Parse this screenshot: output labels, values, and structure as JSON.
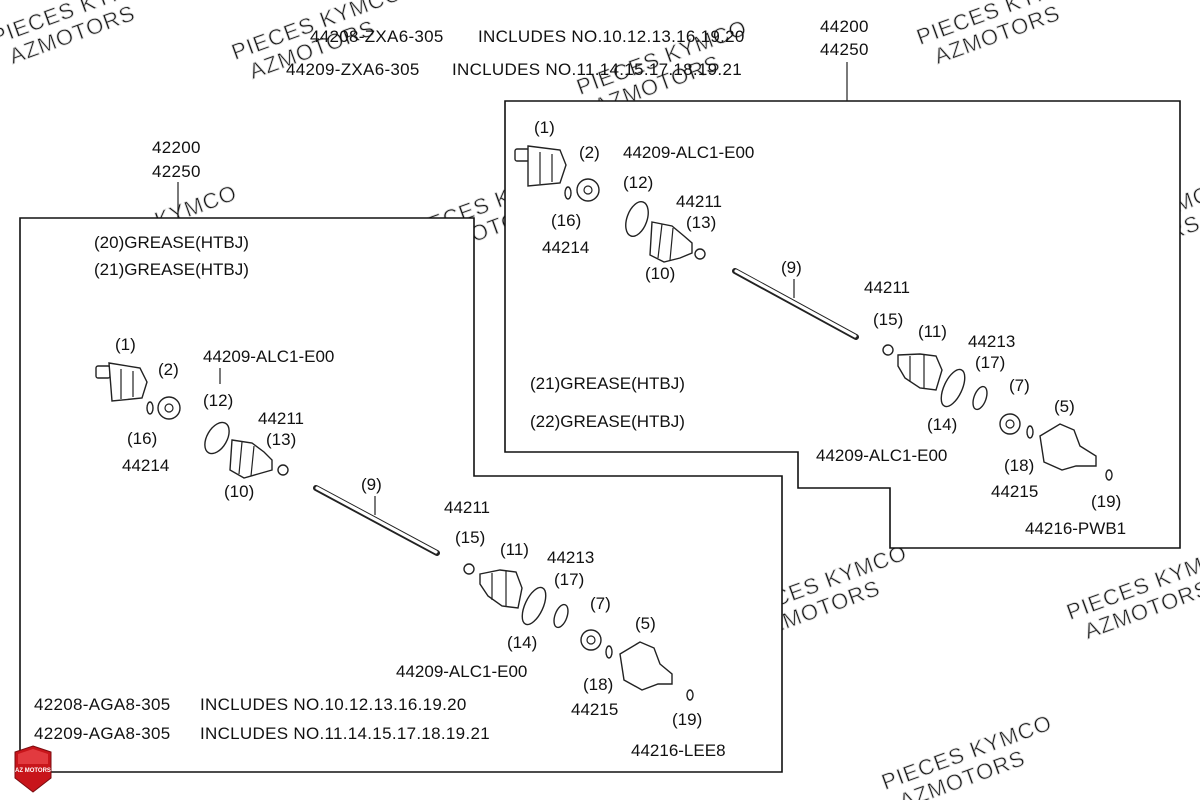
{
  "watermark": {
    "line1": "PIECES KYMCO",
    "line2": "AZMOTORS"
  },
  "logo_text": "AZ MOTORS",
  "top_assembly": {
    "codes": [
      "44200",
      "44250"
    ],
    "includes": [
      {
        "part": "44208-ZXA6-305",
        "text": "INCLUDES NO.10.12.13.16.19.20"
      },
      {
        "part": "44209-ZXA6-305",
        "text": "INCLUDES NO.11.14.15.17.18.19.21"
      }
    ],
    "greases": [
      "(21)GREASE(HTBJ)",
      "(22)GREASE(HTBJ)"
    ],
    "labels": {
      "n1": "(1)",
      "n2": "(2)",
      "n16": "(16)",
      "p44214": "44214",
      "kit_a": "44209-ALC1-E00",
      "n12": "(12)",
      "p44211_a": "44211",
      "n13": "(13)",
      "n10": "(10)",
      "n9": "(9)",
      "p44211_b": "44211",
      "n15": "(15)",
      "n11": "(11)",
      "p44213": "44213",
      "n17": "(17)",
      "n14": "(14)",
      "kit_b": "44209-ALC1-E00",
      "n7": "(7)",
      "n5": "(5)",
      "n18": "(18)",
      "p44215": "44215",
      "n19": "(19)",
      "p44216": "44216-PWB1"
    }
  },
  "bottom_assembly": {
    "codes": [
      "42200",
      "42250"
    ],
    "includes": [
      {
        "part": "42208-AGA8-305",
        "text": "INCLUDES NO.10.12.13.16.19.20"
      },
      {
        "part": "42209-AGA8-305",
        "text": "INCLUDES NO.11.14.15.17.18.19.21"
      }
    ],
    "greases": [
      "(20)GREASE(HTBJ)",
      "(21)GREASE(HTBJ)"
    ],
    "labels": {
      "n1": "(1)",
      "n2": "(2)",
      "n16": "(16)",
      "p44214": "44214",
      "kit_a": "44209-ALC1-E00",
      "n12": "(12)",
      "p44211_a": "44211",
      "n13": "(13)",
      "n10": "(10)",
      "n9": "(9)",
      "p44211_b": "44211",
      "n15": "(15)",
      "n11": "(11)",
      "p44213": "44213",
      "n17": "(17)",
      "n14": "(14)",
      "kit_b": "44209-ALC1-E00",
      "n7": "(7)",
      "n5": "(5)",
      "n18": "(18)",
      "p44215": "44215",
      "n19": "(19)",
      "p44216": "44216-LEE8"
    }
  }
}
